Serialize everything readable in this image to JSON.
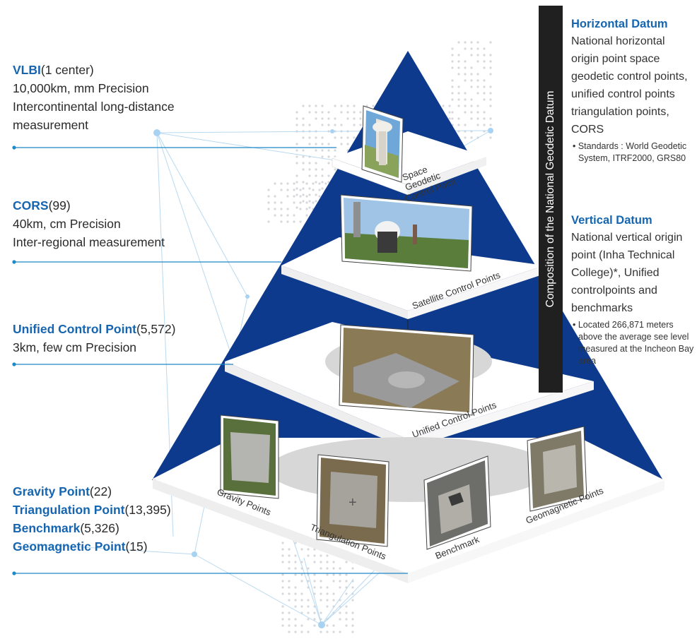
{
  "levels": [
    {
      "name": "VLBI",
      "count": "(1 center)",
      "line1": "10,000km, mm Precision",
      "line2": "Intercontinental long-distance",
      "line3": "measurement"
    },
    {
      "name": "CORS",
      "count": "(99)",
      "line1": "40km, cm Precision",
      "line2": "Inter-regional measurement"
    },
    {
      "name": "Unified Control Point",
      "count": "(5,572)",
      "line1": "3km, few cm Precision"
    }
  ],
  "bottom_points": [
    {
      "name": "Gravity Point",
      "count": "(22)"
    },
    {
      "name": "Triangulation Point",
      "count": "(13,395)"
    },
    {
      "name": "Benchmark",
      "count": "(5,326)"
    },
    {
      "name": "Geomagnetic Point",
      "count": "(15)"
    }
  ],
  "side_title": "Composition of the National Geodetic Datum",
  "horizontal": {
    "title": "Horizontal Datum",
    "text": "National horizontal origin point space geodetic control points, unified control points triangulation points, CORS",
    "note": "• Standards : World Geodetic System, ITRF2000, GRS80"
  },
  "vertical": {
    "title": "Vertical Datum",
    "text": "National vertical origin point (Inha Technical College)*, Unified controlpoints and benchmarks",
    "note": "• Located 266,871 meters above the average see level measured at the Incheon Bay area"
  },
  "captions": {
    "space_1": "Space",
    "space_2": "Geodetic",
    "space_3": "Control Point",
    "satellite": "Satellite Control Points",
    "unified": "Unified Control Points",
    "gravity": "Gravity Points",
    "triangulation": "Triangulation Points",
    "benchmark": "Benchmark",
    "geomagnetic": "Geomagnetic Points"
  },
  "colors": {
    "accent_text": "#1565b0",
    "pyramid": "#0d3a8c",
    "side_bar": "#202020"
  }
}
